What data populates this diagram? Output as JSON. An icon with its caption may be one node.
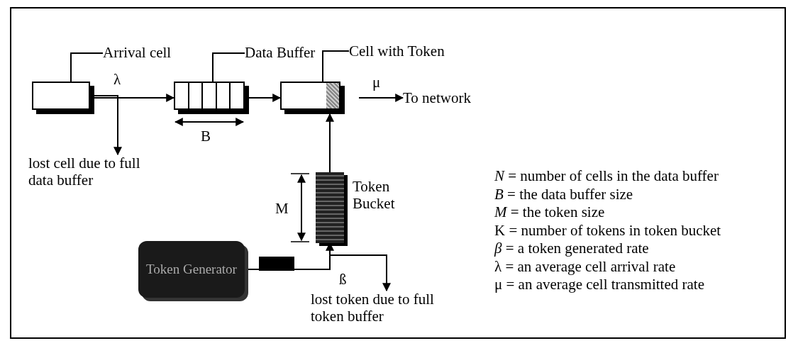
{
  "diagram": {
    "nodes": [
      {
        "text": [
          "Arrival cell"
        ]
      },
      {
        "text": [],
        "shape": "box"
      },
      {
        "text": [
          "Data Buffer"
        ]
      },
      {
        "text": [],
        "shape": "box"
      },
      {
        "text": [
          "Cell with Token"
        ]
      },
      {
        "text": [],
        "shape": "box"
      },
      {
        "text": [
          "To network"
        ]
      },
      {
        "text": [
          "lost cell due to full data buffer"
        ]
      },
      {
        "text": [
          "Token Bucket"
        ]
      },
      {
        "text": [
          "Token Generator"
        ]
      },
      {
        "text": [],
        "shape": "box"
      },
      {
        "text": [
          "lost token due to full token buffer"
        ]
      }
    ],
    "edges": [
      {
        "from": 0,
        "to": 1,
        "arrow": "none"
      },
      {
        "from": 2,
        "to": 3,
        "arrow": "none"
      },
      {
        "from": 4,
        "to": 5,
        "arrow": "none"
      },
      {
        "from": 1,
        "to": 3,
        "arrow": "to",
        "label": "λ"
      },
      {
        "from": 1,
        "to": 7,
        "arrow": "to"
      },
      {
        "from": 3,
        "to": 5,
        "arrow": "to"
      },
      {
        "from": 5,
        "to": 6,
        "arrow": "to",
        "label": "μ"
      },
      {
        "from": 8,
        "to": 5,
        "arrow": "to"
      },
      {
        "from": 9,
        "to": 8,
        "arrow": "to"
      },
      {
        "from": 9,
        "to": 11,
        "arrow": "to",
        "label": "ß"
      }
    ],
    "labels": [
      "B",
      "M",
      "*N* = number of cells in the data buffer",
      "*B* = the data buffer size",
      "*M* = the token size",
      "K = number of tokens in token bucket",
      "*β* = a token generated rate",
      "λ = an average cell arrival rate",
      "μ = an average cell transmitted rate"
    ]
  }
}
